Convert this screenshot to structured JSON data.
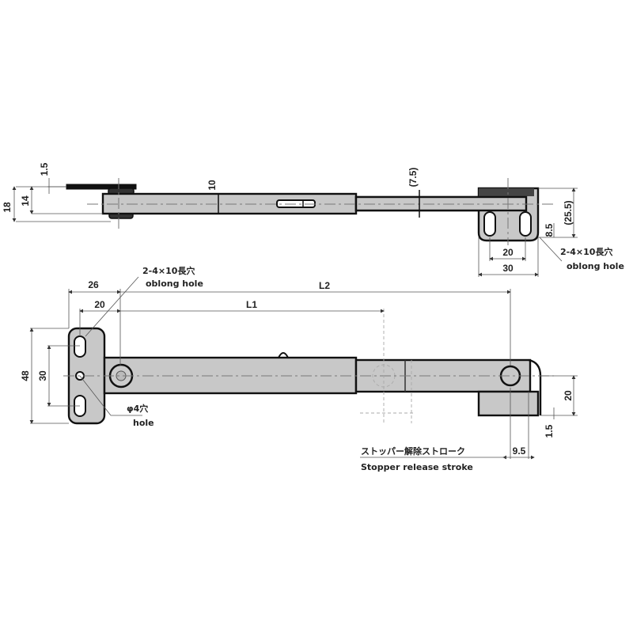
{
  "drawing": {
    "title": "Stay / Stopper arm dimensional drawing",
    "top_view": {
      "dims": {
        "t_1_5": "1.5",
        "h_14": "14",
        "h_18": "18",
        "d_10": "10",
        "d_7_5": "(7.5)",
        "d_25_5": "(25.5)",
        "d_8_5": "8.5",
        "w_20": "20",
        "w_30": "30"
      },
      "callout_jp": "2-4×10長穴",
      "callout_en": "oblong hole"
    },
    "front_view": {
      "dims": {
        "d_26": "26",
        "d_20": "20",
        "L1": "L1",
        "L2": "L2",
        "h_48": "48",
        "h_30": "30",
        "h_20_right": "20",
        "t_1_5_right": "1.5",
        "stroke_9_5": "9.5"
      },
      "callout_oblong_jp": "2-4×10長穴",
      "callout_oblong_en": "oblong hole",
      "callout_hole_jp": "φ4穴",
      "callout_hole_en": "hole",
      "stroke_label_jp": "ストッパー解除ストローク",
      "stroke_label_en": "Stopper release stroke"
    }
  }
}
